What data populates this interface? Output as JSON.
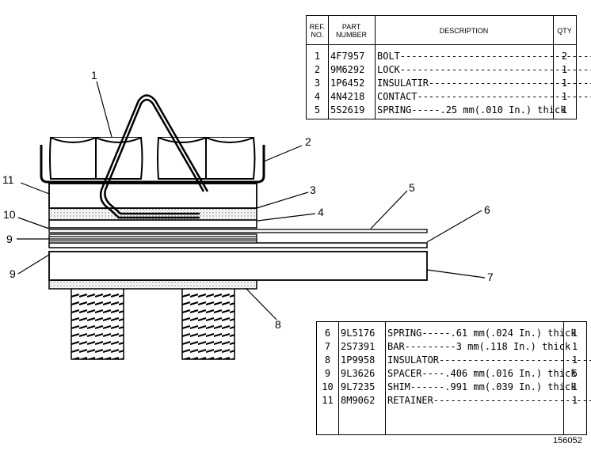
{
  "table_top": {
    "headers": {
      "ref": "REF.\nNO.",
      "part": "PART\nNUMBER",
      "desc": "DESCRIPTION",
      "qty": "QTY"
    },
    "rows": [
      {
        "ref": "1",
        "part": "4F7957",
        "desc": "BOLT----------------------------------",
        "qty": "2"
      },
      {
        "ref": "2",
        "part": "9M6292",
        "desc": "LOCK-----------------------------------",
        "qty": "1"
      },
      {
        "ref": "3",
        "part": "1P6452",
        "desc": "INSULATIR------------------------------",
        "qty": "1"
      },
      {
        "ref": "4",
        "part": "4N4218",
        "desc": "CONTACT--------------------------------",
        "qty": "1"
      },
      {
        "ref": "5",
        "part": "5S2619",
        "desc": "SPRING-----.25 mm(.010 In.) thick",
        "qty": "1"
      }
    ]
  },
  "table_bottom": {
    "rows": [
      {
        "ref": "6",
        "part": "9L5176",
        "desc": "SPRING-----.61 mm(.024 In.) thick",
        "qty": "1"
      },
      {
        "ref": "7",
        "part": "2S7391",
        "desc": "BAR---------3 mm(.118 In.) thick",
        "qty": "1"
      },
      {
        "ref": "8",
        "part": "1P9958",
        "desc": "INSULATOR------------------------------",
        "qty": "1"
      },
      {
        "ref": "9",
        "part": "9L3626",
        "desc": "SPACER----.406 mm(.016 In.) thick",
        "qty": "5"
      },
      {
        "ref": "10",
        "part": "9L7235",
        "desc": "SHIM------.991 mm(.039 In.) thick",
        "qty": "1"
      },
      {
        "ref": "11",
        "part": "8M9062",
        "desc": "RETAINER-------------------------------",
        "qty": "1"
      }
    ]
  },
  "callouts": [
    "1",
    "2",
    "3",
    "4",
    "5",
    "6",
    "7",
    "8",
    "9",
    "9",
    "10",
    "11"
  ],
  "drawing_number": "156052"
}
